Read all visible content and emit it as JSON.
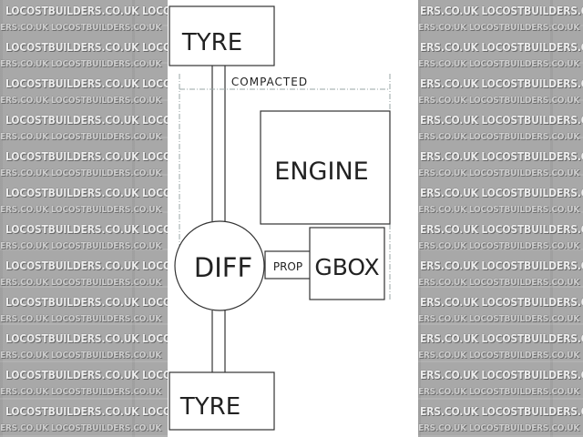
{
  "background": {
    "watermark_text": "LOCOSTBUILDERS.CO.UK",
    "watermark_short": "ERS.CO.UK",
    "color": "#a9a9a9"
  },
  "diagram": {
    "tyre_top": "TYRE",
    "tyre_bottom": "TYRE",
    "compacted": "COMPACTED",
    "engine": "ENGINE",
    "diff": "DIFF",
    "prop": "PROP",
    "gbox": "GBOX",
    "line_color": "#333333",
    "dash_color": "#9aa6a6"
  }
}
